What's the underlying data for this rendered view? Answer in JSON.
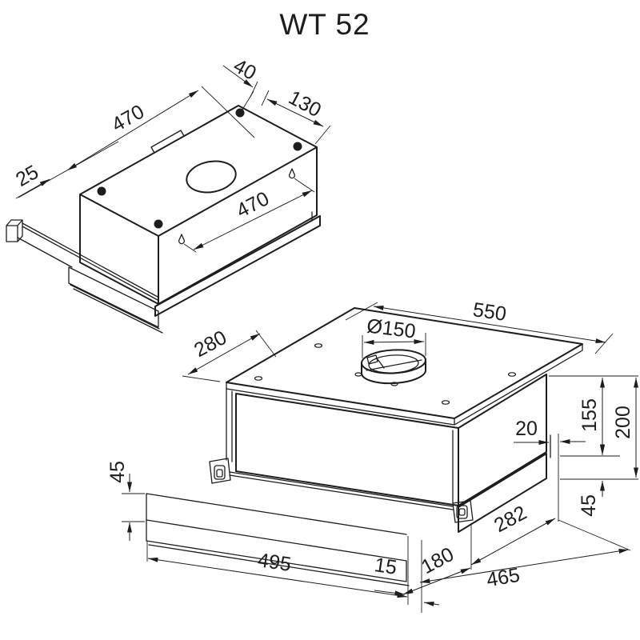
{
  "title": "WT 52",
  "colors": {
    "line": "#1d1d1b",
    "background": "#ffffff"
  },
  "top_view": {
    "name": "hood top isometric view",
    "dims": {
      "width_top": "470",
      "hole_offset": "40",
      "side_offset": "130",
      "edge_offset": "25",
      "width_side": "470"
    }
  },
  "bottom_view": {
    "name": "hood front isometric view",
    "dims": {
      "width": "550",
      "duct_diameter": "Ø150",
      "depth": "280",
      "height_body": "155",
      "height_total": "200",
      "step": "20",
      "front_band_height": "45",
      "panel_band_height": "45",
      "drawer_depth": "282",
      "panel_width": "495",
      "lip": "15",
      "slide_depth": "180",
      "inner_width": "465"
    }
  }
}
